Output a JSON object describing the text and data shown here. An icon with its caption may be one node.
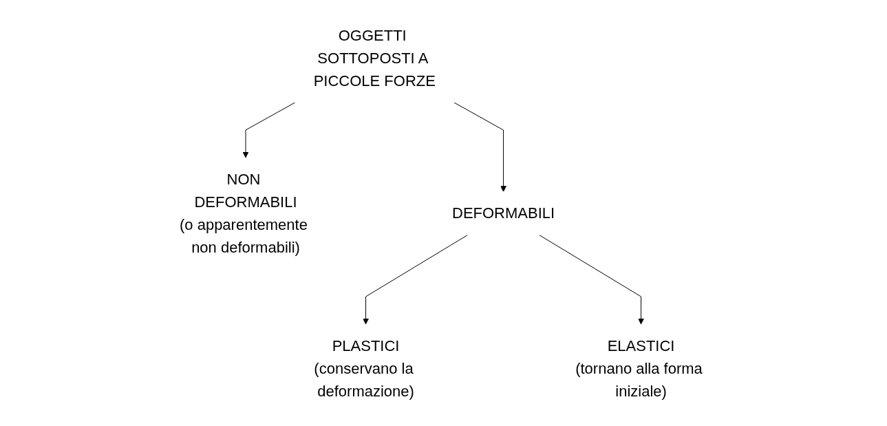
{
  "diagram": {
    "nodes": [
      {
        "text": [
          "OGGETTI SOTTOPOSTI A PICCOLE FORZE"
        ]
      },
      {
        "text": [
          "NON DEFORMABILI",
          "(o apparentemente non deformabili)"
        ]
      },
      {
        "text": [
          "DEFORMABILI"
        ]
      },
      {
        "text": [
          "PLASTICI",
          "(conservano la deformazione)"
        ]
      },
      {
        "text": [
          "ELASTICI",
          "(tornano alla forma iniziale)"
        ]
      }
    ],
    "edges": [
      {
        "from": 0,
        "to": 1,
        "arrow": "to"
      },
      {
        "from": 0,
        "to": 2,
        "arrow": "to"
      },
      {
        "from": 2,
        "to": 3,
        "arrow": "to"
      },
      {
        "from": 2,
        "to": 4,
        "arrow": "to"
      }
    ]
  }
}
